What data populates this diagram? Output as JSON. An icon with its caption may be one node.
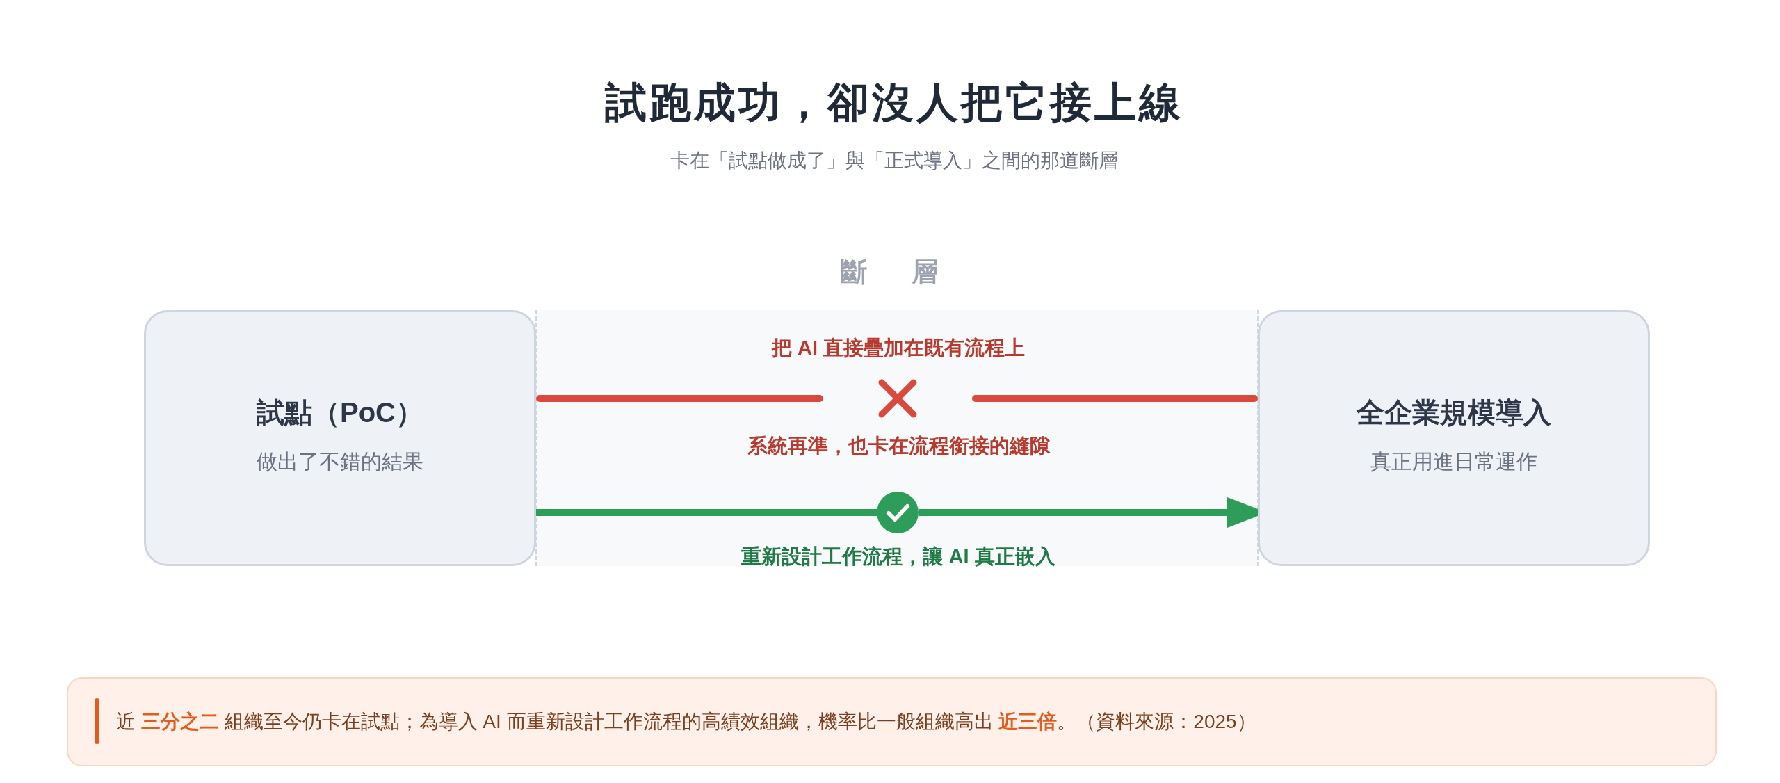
{
  "diagram": {
    "title": "試跑成功，卻沒人把它接上線",
    "nodes": [
      {
        "text": [
          "試點（PoC）",
          "做出了不錯的結果"
        ]
      },
      {
        "text": [],
        "shape": "cross",
        "beside": [
          "把 AI 直接疊加在既有流程上",
          "系統再準，也卡在流程銜接的縫隙"
        ]
      },
      {
        "text": [],
        "shape": "circle",
        "beside": [
          "重新設計工作流程，讓 AI 真正嵌入"
        ]
      },
      {
        "text": [
          "全企業規模導入",
          "真正用進日常運作"
        ]
      },
      {
        "text": [
          "近 **三分之二** 組織至今仍卡在試點；為導入 AI 而重新設計工作流程的高績效組織，機率比一般組織高出 **近三倍**。（資料來源：2025）"
        ]
      }
    ],
    "edges": [
      {
        "from": 0,
        "to": 1,
        "arrow": "none",
        "color": "#d9493d"
      },
      {
        "from": 1,
        "to": 3,
        "arrow": "none",
        "color": "#d9493d"
      },
      {
        "from": 0,
        "to": 2,
        "arrow": "none",
        "color": "#2e9d5a"
      },
      {
        "from": 2,
        "to": 3,
        "arrow": "to",
        "color": "#2e9d5a"
      }
    ],
    "labels": [
      "卡在「試點做成了」與「正式導入」之間的那道斷層",
      "斷層"
    ]
  }
}
